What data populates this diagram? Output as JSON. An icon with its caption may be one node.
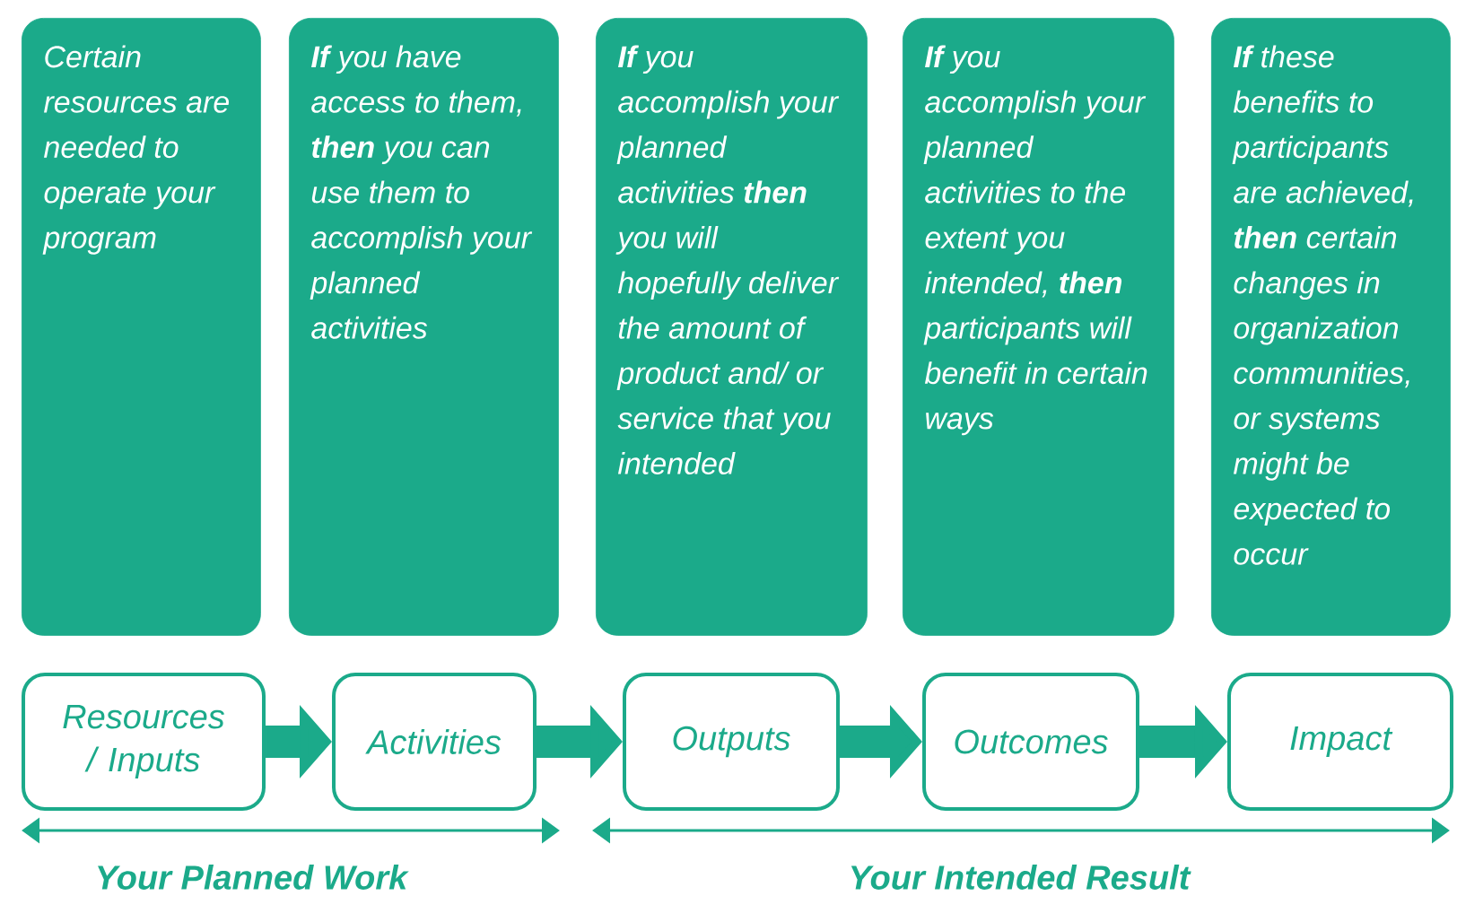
{
  "diagram": {
    "nodes": [
      {
        "text": [
          "Certain resources are needed to operate your program"
        ]
      },
      {
        "text": [
          "**If** you have access to them, **then** you can use them to accomplish your planned activities"
        ]
      },
      {
        "text": [
          "**If** you accomplish your planned activities **then** you will hopefully deliver the amount of product and/ or service that you intended"
        ]
      },
      {
        "text": [
          "**If** you accomplish your planned activities to the extent you intended, **then** participants will benefit in certain ways"
        ]
      },
      {
        "text": [
          "**If** these benefits to participants are achieved, **then** certain changes in organization communities, or systems might be expected to occur"
        ]
      },
      {
        "text": [
          "Resources / Inputs"
        ]
      },
      {
        "text": [
          "Activities"
        ]
      },
      {
        "text": [
          "Outputs"
        ]
      },
      {
        "text": [
          "Outcomes"
        ]
      },
      {
        "text": [
          "Impact"
        ]
      }
    ],
    "edges": [
      {
        "from": 5,
        "to": 6,
        "arrow": "to"
      },
      {
        "from": 6,
        "to": 7,
        "arrow": "to"
      },
      {
        "from": 7,
        "to": 8,
        "arrow": "to"
      },
      {
        "from": 8,
        "to": 9,
        "arrow": "to"
      }
    ],
    "labels": [
      "Your Planned Work",
      "Your Intended Result"
    ]
  }
}
